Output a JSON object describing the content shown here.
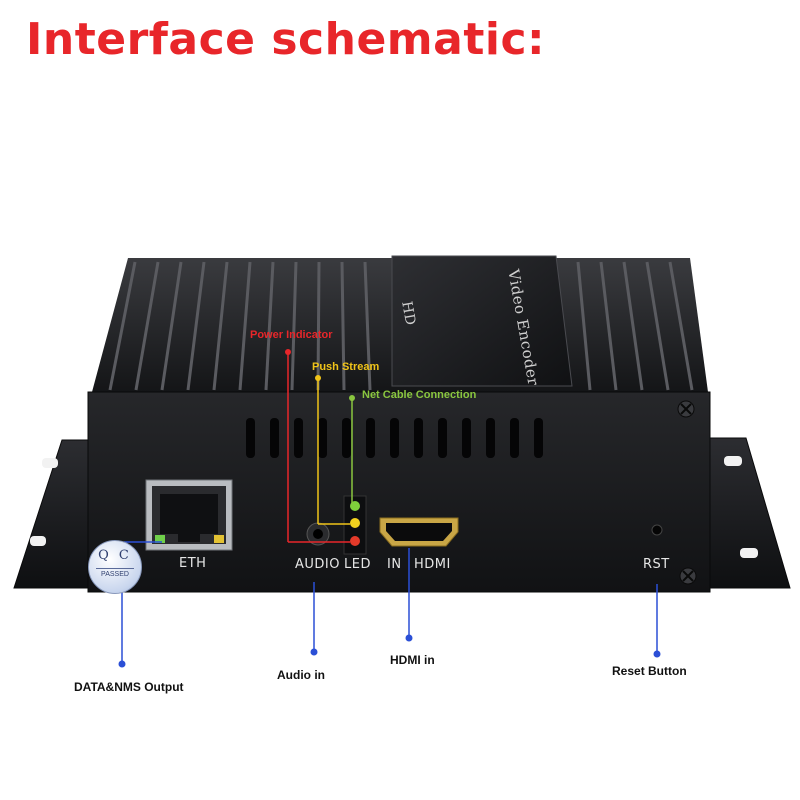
{
  "title": "Interface schematic:",
  "device": {
    "top_label_hd": "HD",
    "top_label_model": "Video Encoder",
    "ports": {
      "eth": "ETH",
      "audio": "AUDIO",
      "led": "LED",
      "in": "IN",
      "hdmi": "HDMI",
      "rst": "RST"
    },
    "qc_sticker": {
      "line1": "Q C",
      "line2": "PASSED"
    }
  },
  "callouts": {
    "power_indicator": "Power Indicator",
    "push_stream": "Push Stream",
    "net_cable": "Net Cable Connection",
    "data_nms": "DATA&NMS Output",
    "audio_in": "Audio in",
    "hdmi_in": "HDMI in",
    "reset_button": "Reset Button"
  },
  "colors": {
    "title": "#e8262a",
    "power_indicator": "#e8262a",
    "push_stream": "#f0c419",
    "net_cable": "#8ac63f",
    "callout_line_blue": "#2b4fd6",
    "device_body": "#1e1f22"
  }
}
